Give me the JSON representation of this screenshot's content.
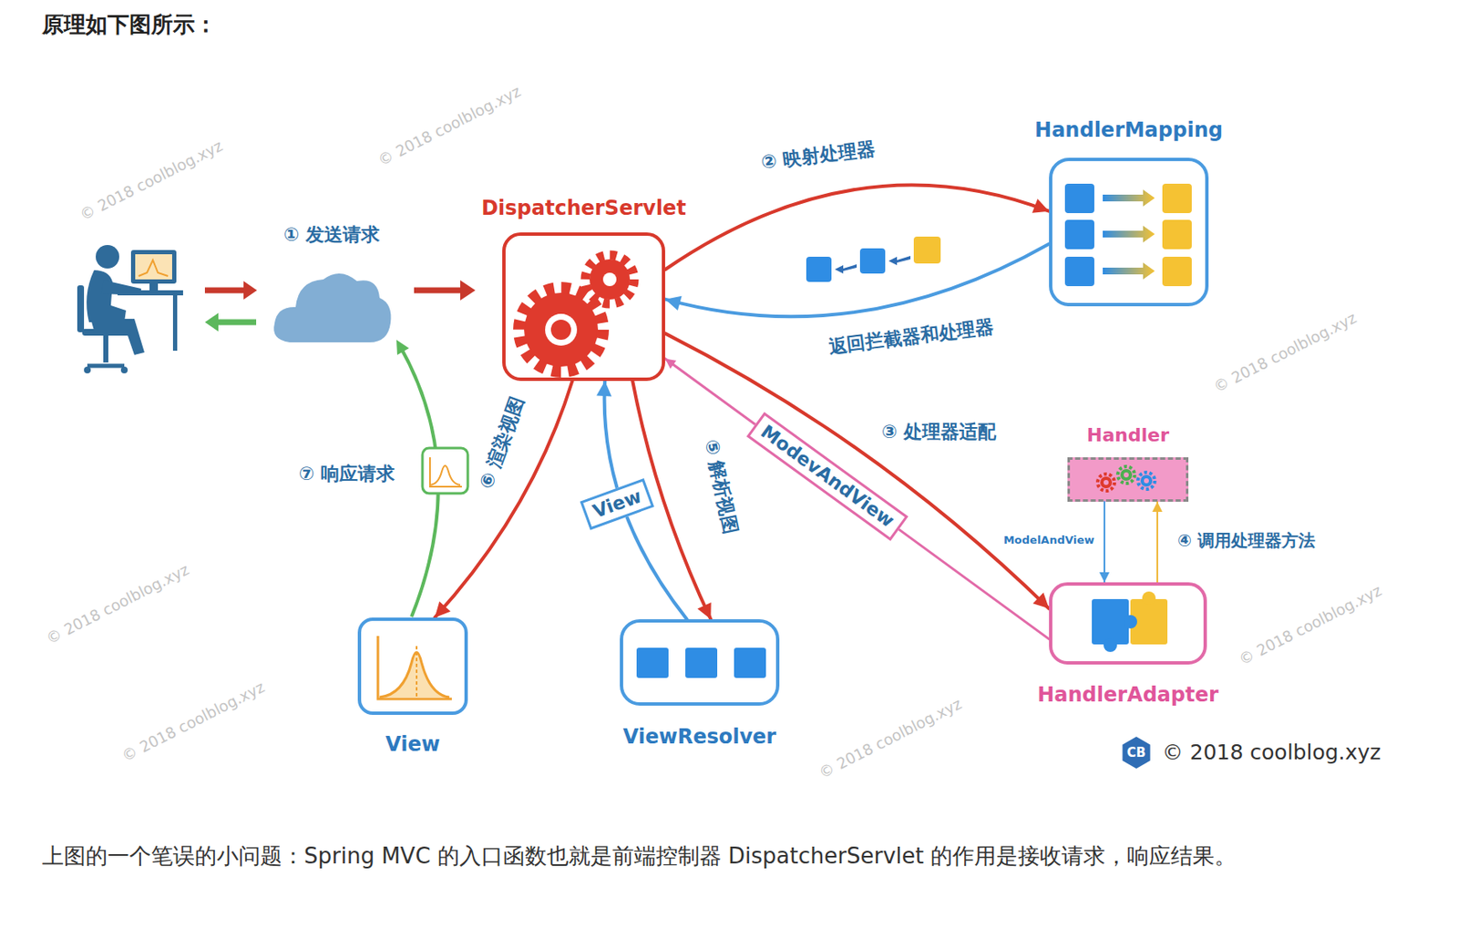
{
  "diagram": {
    "title": "原理如下图所示：",
    "caption": "上图的一个笔误的小问题：Spring MVC 的入口函数也就是前端控制器 DispatcherServlet 的作用是接收请求，响应结果。",
    "nodes": [
      {
        "text": [
          "DispatcherServlet"
        ]
      },
      {
        "text": [
          "HandlerMapping"
        ]
      },
      {
        "text": [
          "Handler"
        ]
      },
      {
        "text": [
          "HandlerAdapter"
        ]
      },
      {
        "text": [
          "View"
        ]
      },
      {
        "text": [
          "ViewResolver"
        ]
      }
    ],
    "edges": [
      {
        "from": 0,
        "to": 1,
        "label": "② 映射处理器",
        "arrow": "to"
      },
      {
        "from": 1,
        "to": 0,
        "label": "返回拦截器和处理器",
        "arrow": "to"
      },
      {
        "from": 0,
        "to": 3,
        "label": "③ 处理器适配",
        "arrow": "to"
      },
      {
        "from": 3,
        "to": 2,
        "label": "④ 调用处理器方法",
        "arrow": "to"
      },
      {
        "from": 2,
        "to": 3,
        "label": "ModelAndView",
        "arrow": "to"
      },
      {
        "from": 3,
        "to": 0,
        "label": "ModevAndView",
        "arrow": "to"
      },
      {
        "from": 0,
        "to": 5,
        "label": "⑤ 解析视图",
        "arrow": "to"
      },
      {
        "from": 5,
        "to": 0,
        "label": "View",
        "arrow": "to"
      },
      {
        "from": 0,
        "to": 4,
        "label": "⑥ 渲染视图",
        "arrow": "to"
      }
    ],
    "labels": [
      "① 发送请求",
      "⑦ 响应请求",
      "© 2018 coolblog.xyz",
      "© 2018 coolblog.xyz",
      "© 2018 coolblog.xyz",
      "© 2018 coolblog.xyz",
      "© 2018 coolblog.xyz",
      "© 2018 coolblog.xyz",
      "© 2018 coolblog.xyz",
      "CB",
      "© 2018 coolblog.xyz"
    ]
  }
}
